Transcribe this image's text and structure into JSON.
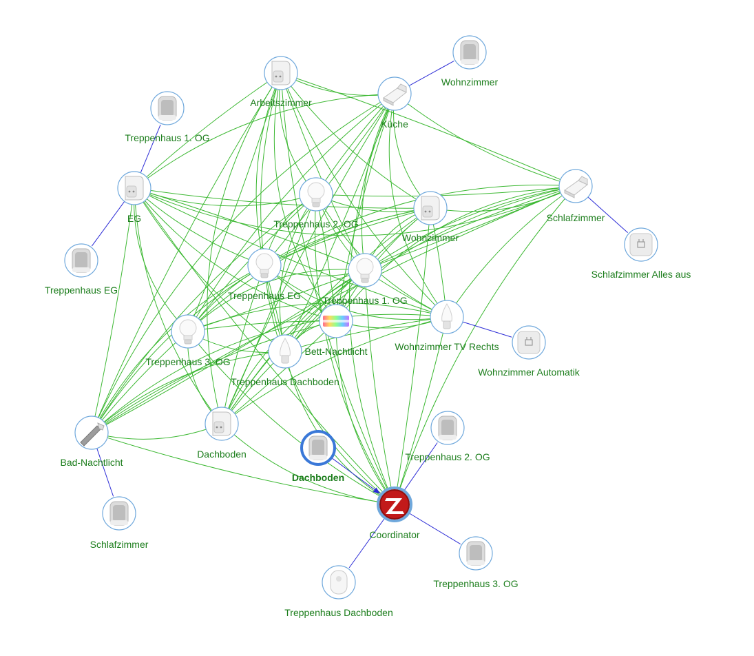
{
  "colors": {
    "label": "#1b7d1b",
    "router_edge": "#3cb832",
    "child_edge": "#2b2bd6",
    "node_border": "#6fa8dc",
    "selected_border": "#3a78d8",
    "coordinator_red": "#c21a1a"
  },
  "nodes": [
    {
      "id": "n_wz_sensor",
      "label": "Wohnzimmer",
      "icon": "motion-sensor-icon"
    },
    {
      "id": "n_kueche",
      "label": "Küche",
      "icon": "plug-icon"
    },
    {
      "id": "n_arbeitszimmer",
      "label": "Arbeitszimmer",
      "icon": "wall-socket-icon"
    },
    {
      "id": "n_th1_sensor",
      "label": "Treppenhaus 1. OG",
      "icon": "motion-sensor-icon"
    },
    {
      "id": "n_eg",
      "label": "EG",
      "icon": "wall-socket-icon"
    },
    {
      "id": "n_the_sensor",
      "label": "Treppenhaus EG",
      "icon": "motion-sensor-icon"
    },
    {
      "id": "n_th2_bulb",
      "label": "Treppenhaus 2. OG",
      "icon": "bulb-icon"
    },
    {
      "id": "n_wz_plug",
      "label": "Wohnzimmer",
      "icon": "wall-socket-icon"
    },
    {
      "id": "n_schlaf_plug",
      "label": "Schlafzimmer",
      "icon": "plug-icon"
    },
    {
      "id": "n_schlaf_switch",
      "label": "Schlafzimmer Alles aus",
      "icon": "wall-switch-icon"
    },
    {
      "id": "n_theg_bulb",
      "label": "Treppenhaus EG",
      "icon": "bulb-icon"
    },
    {
      "id": "n_th1_bulb",
      "label": "Treppenhaus 1. OG",
      "icon": "bulb-icon"
    },
    {
      "id": "n_bett",
      "label": "Bett-Nachtlicht",
      "icon": "led-strip-icon"
    },
    {
      "id": "n_wztv",
      "label": "Wohnzimmer TV Rechts",
      "icon": "candle-bulb-icon"
    },
    {
      "id": "n_wz_auto",
      "label": "Wohnzimmer Automatik",
      "icon": "wall-switch-icon"
    },
    {
      "id": "n_th3_bulb",
      "label": "Treppenhaus 3. OG",
      "icon": "bulb-icon"
    },
    {
      "id": "n_thd_bulb",
      "label": "Treppenhaus Dachboden",
      "icon": "candle-bulb-icon"
    },
    {
      "id": "n_bad",
      "label": "Bad-Nachtlicht",
      "icon": "light-bar-icon"
    },
    {
      "id": "n_dach_plug",
      "label": "Dachboden",
      "icon": "wall-socket-icon"
    },
    {
      "id": "n_dach_sensor",
      "label": "Dachboden",
      "icon": "motion-sensor-icon",
      "selected": true
    },
    {
      "id": "n_th2_sensor",
      "label": "Treppenhaus 2. OG",
      "icon": "motion-sensor-icon"
    },
    {
      "id": "n_coord",
      "label": "Coordinator",
      "icon": "zigbee-coordinator-icon",
      "coordinator": true
    },
    {
      "id": "n_schlaf_sensor",
      "label": "Schlafzimmer",
      "icon": "motion-sensor-icon"
    },
    {
      "id": "n_th3_sensor",
      "label": "Treppenhaus 3. OG",
      "icon": "motion-sensor-icon"
    },
    {
      "id": "n_thd_button",
      "label": "Treppenhaus Dachboden",
      "icon": "button-icon"
    }
  ],
  "child_links": [
    [
      "n_wz_sensor",
      "n_kueche"
    ],
    [
      "n_th1_sensor",
      "n_eg"
    ],
    [
      "n_the_sensor",
      "n_eg"
    ],
    [
      "n_schlaf_switch",
      "n_schlaf_plug"
    ],
    [
      "n_wz_auto",
      "n_wztv"
    ],
    [
      "n_schlaf_sensor",
      "n_bad"
    ],
    [
      "n_th2_sensor",
      "n_coord"
    ],
    [
      "n_th3_sensor",
      "n_coord"
    ],
    [
      "n_thd_button",
      "n_coord"
    ],
    [
      "n_dach_sensor",
      "n_coord"
    ]
  ],
  "routers": [
    "n_arbeitszimmer",
    "n_kueche",
    "n_eg",
    "n_th2_bulb",
    "n_wz_plug",
    "n_schlaf_plug",
    "n_theg_bulb",
    "n_th1_bulb",
    "n_bett",
    "n_wztv",
    "n_th3_bulb",
    "n_thd_bulb",
    "n_bad",
    "n_dach_plug",
    "n_coord"
  ]
}
